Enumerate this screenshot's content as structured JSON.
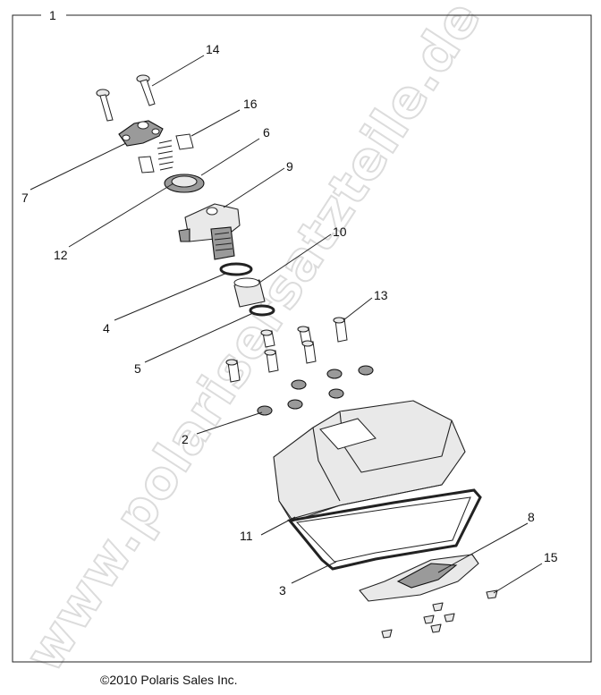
{
  "diagram": {
    "assembly_label": "1",
    "watermark": "www.polarisersatzteile.de",
    "copyright": "©2010 Polaris Sales Inc.",
    "callouts": [
      "1",
      "2",
      "3",
      "4",
      "5",
      "6",
      "7",
      "8",
      "9",
      "10",
      "11",
      "12",
      "13",
      "14",
      "15",
      "16"
    ]
  }
}
